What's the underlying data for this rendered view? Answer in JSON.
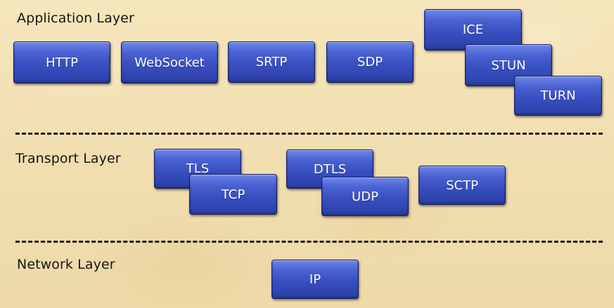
{
  "layers": {
    "application": {
      "label": "Application Layer",
      "protocols": [
        "HTTP",
        "WebSocket",
        "SRTP",
        "SDP",
        "ICE",
        "STUN",
        "TURN"
      ]
    },
    "transport": {
      "label": "Transport Layer",
      "protocols": [
        "TLS",
        "TCP",
        "DTLS",
        "UDP",
        "SCTP"
      ]
    },
    "network": {
      "label": "Network Layer",
      "protocols": [
        "IP"
      ]
    }
  }
}
